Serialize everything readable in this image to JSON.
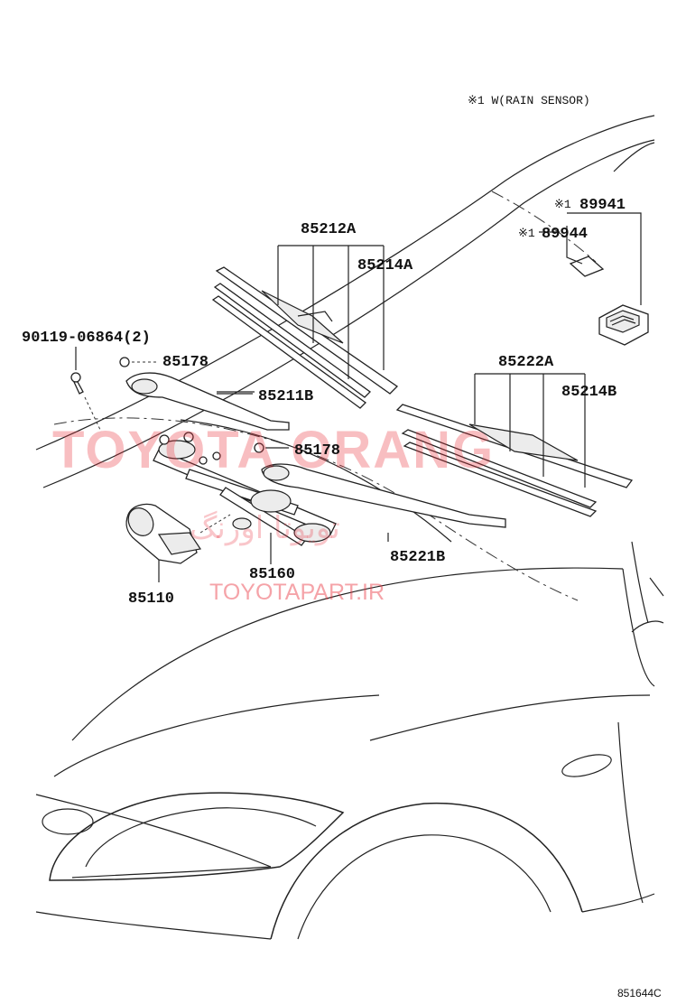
{
  "diagram": {
    "note_sensor": "※1 W(RAIN SENSOR)",
    "diagram_code": "851644C",
    "labels": {
      "p85212A": "85212A",
      "p85214A": "85214A",
      "p89941": "89941",
      "p89941_mark": "※1",
      "p89944": "89944",
      "p89944_mark": "※1",
      "p90119": "90119-06864(2)",
      "p85178_top": "85178",
      "p85211B": "85211B",
      "p85178_mid": "85178",
      "p85222A": "85222A",
      "p85214B": "85214B",
      "p85221B": "85221B",
      "p85160": "85160",
      "p85110": "85110"
    },
    "watermark": {
      "main": "TOYOTA ORANG",
      "persian": "تویوتا اورنگ",
      "url": "TOYOTAPART.IR"
    }
  }
}
